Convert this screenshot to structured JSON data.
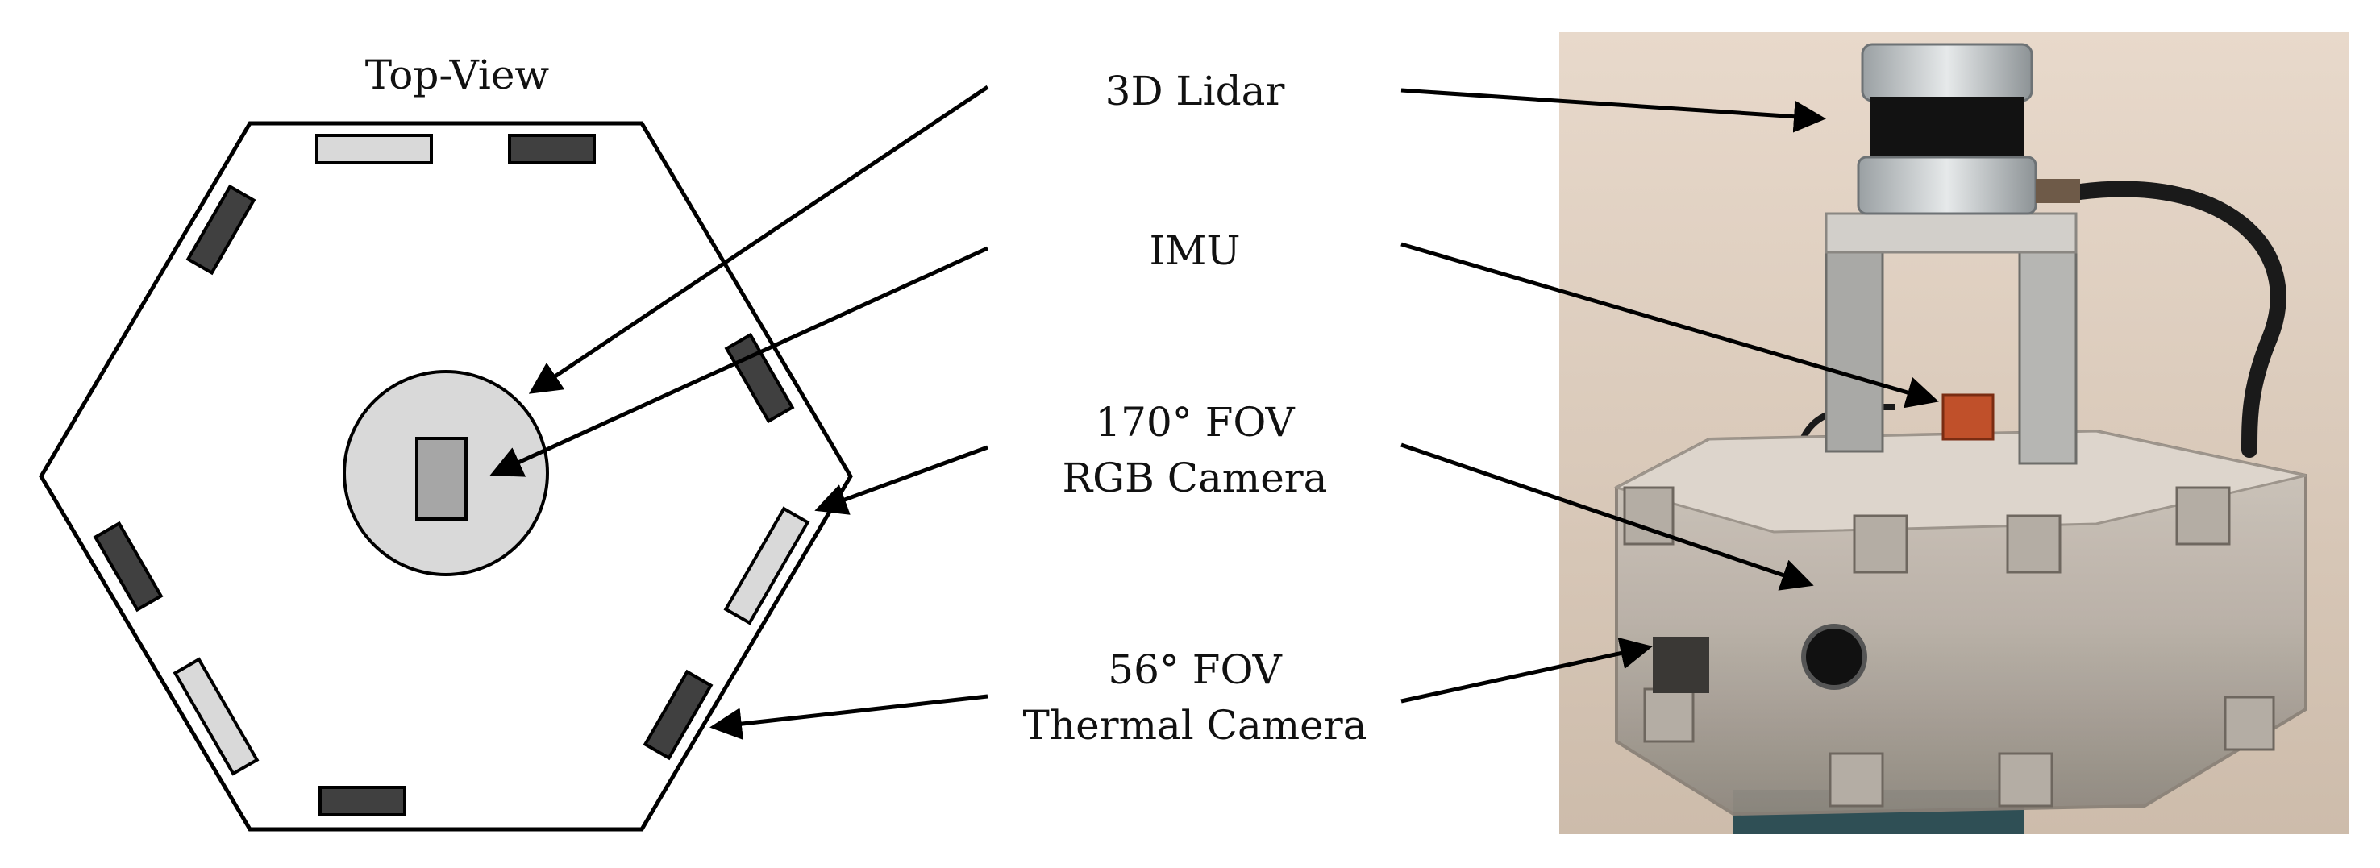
{
  "diagram": {
    "top_view_title": "Top-View",
    "labels": {
      "lidar": "3D Lidar",
      "imu": "IMU",
      "rgb_line1": "170° FOV",
      "rgb_line2": "RGB Camera",
      "thermal_line1": "56° FOV",
      "thermal_line2": "Thermal Camera"
    },
    "colors": {
      "thermal_camera": "#404040",
      "rgb_camera": "#d9d9d9",
      "lidar_disc": "#d9d9d9",
      "imu_box": "#a6a6a6",
      "outline": "#000000"
    }
  }
}
